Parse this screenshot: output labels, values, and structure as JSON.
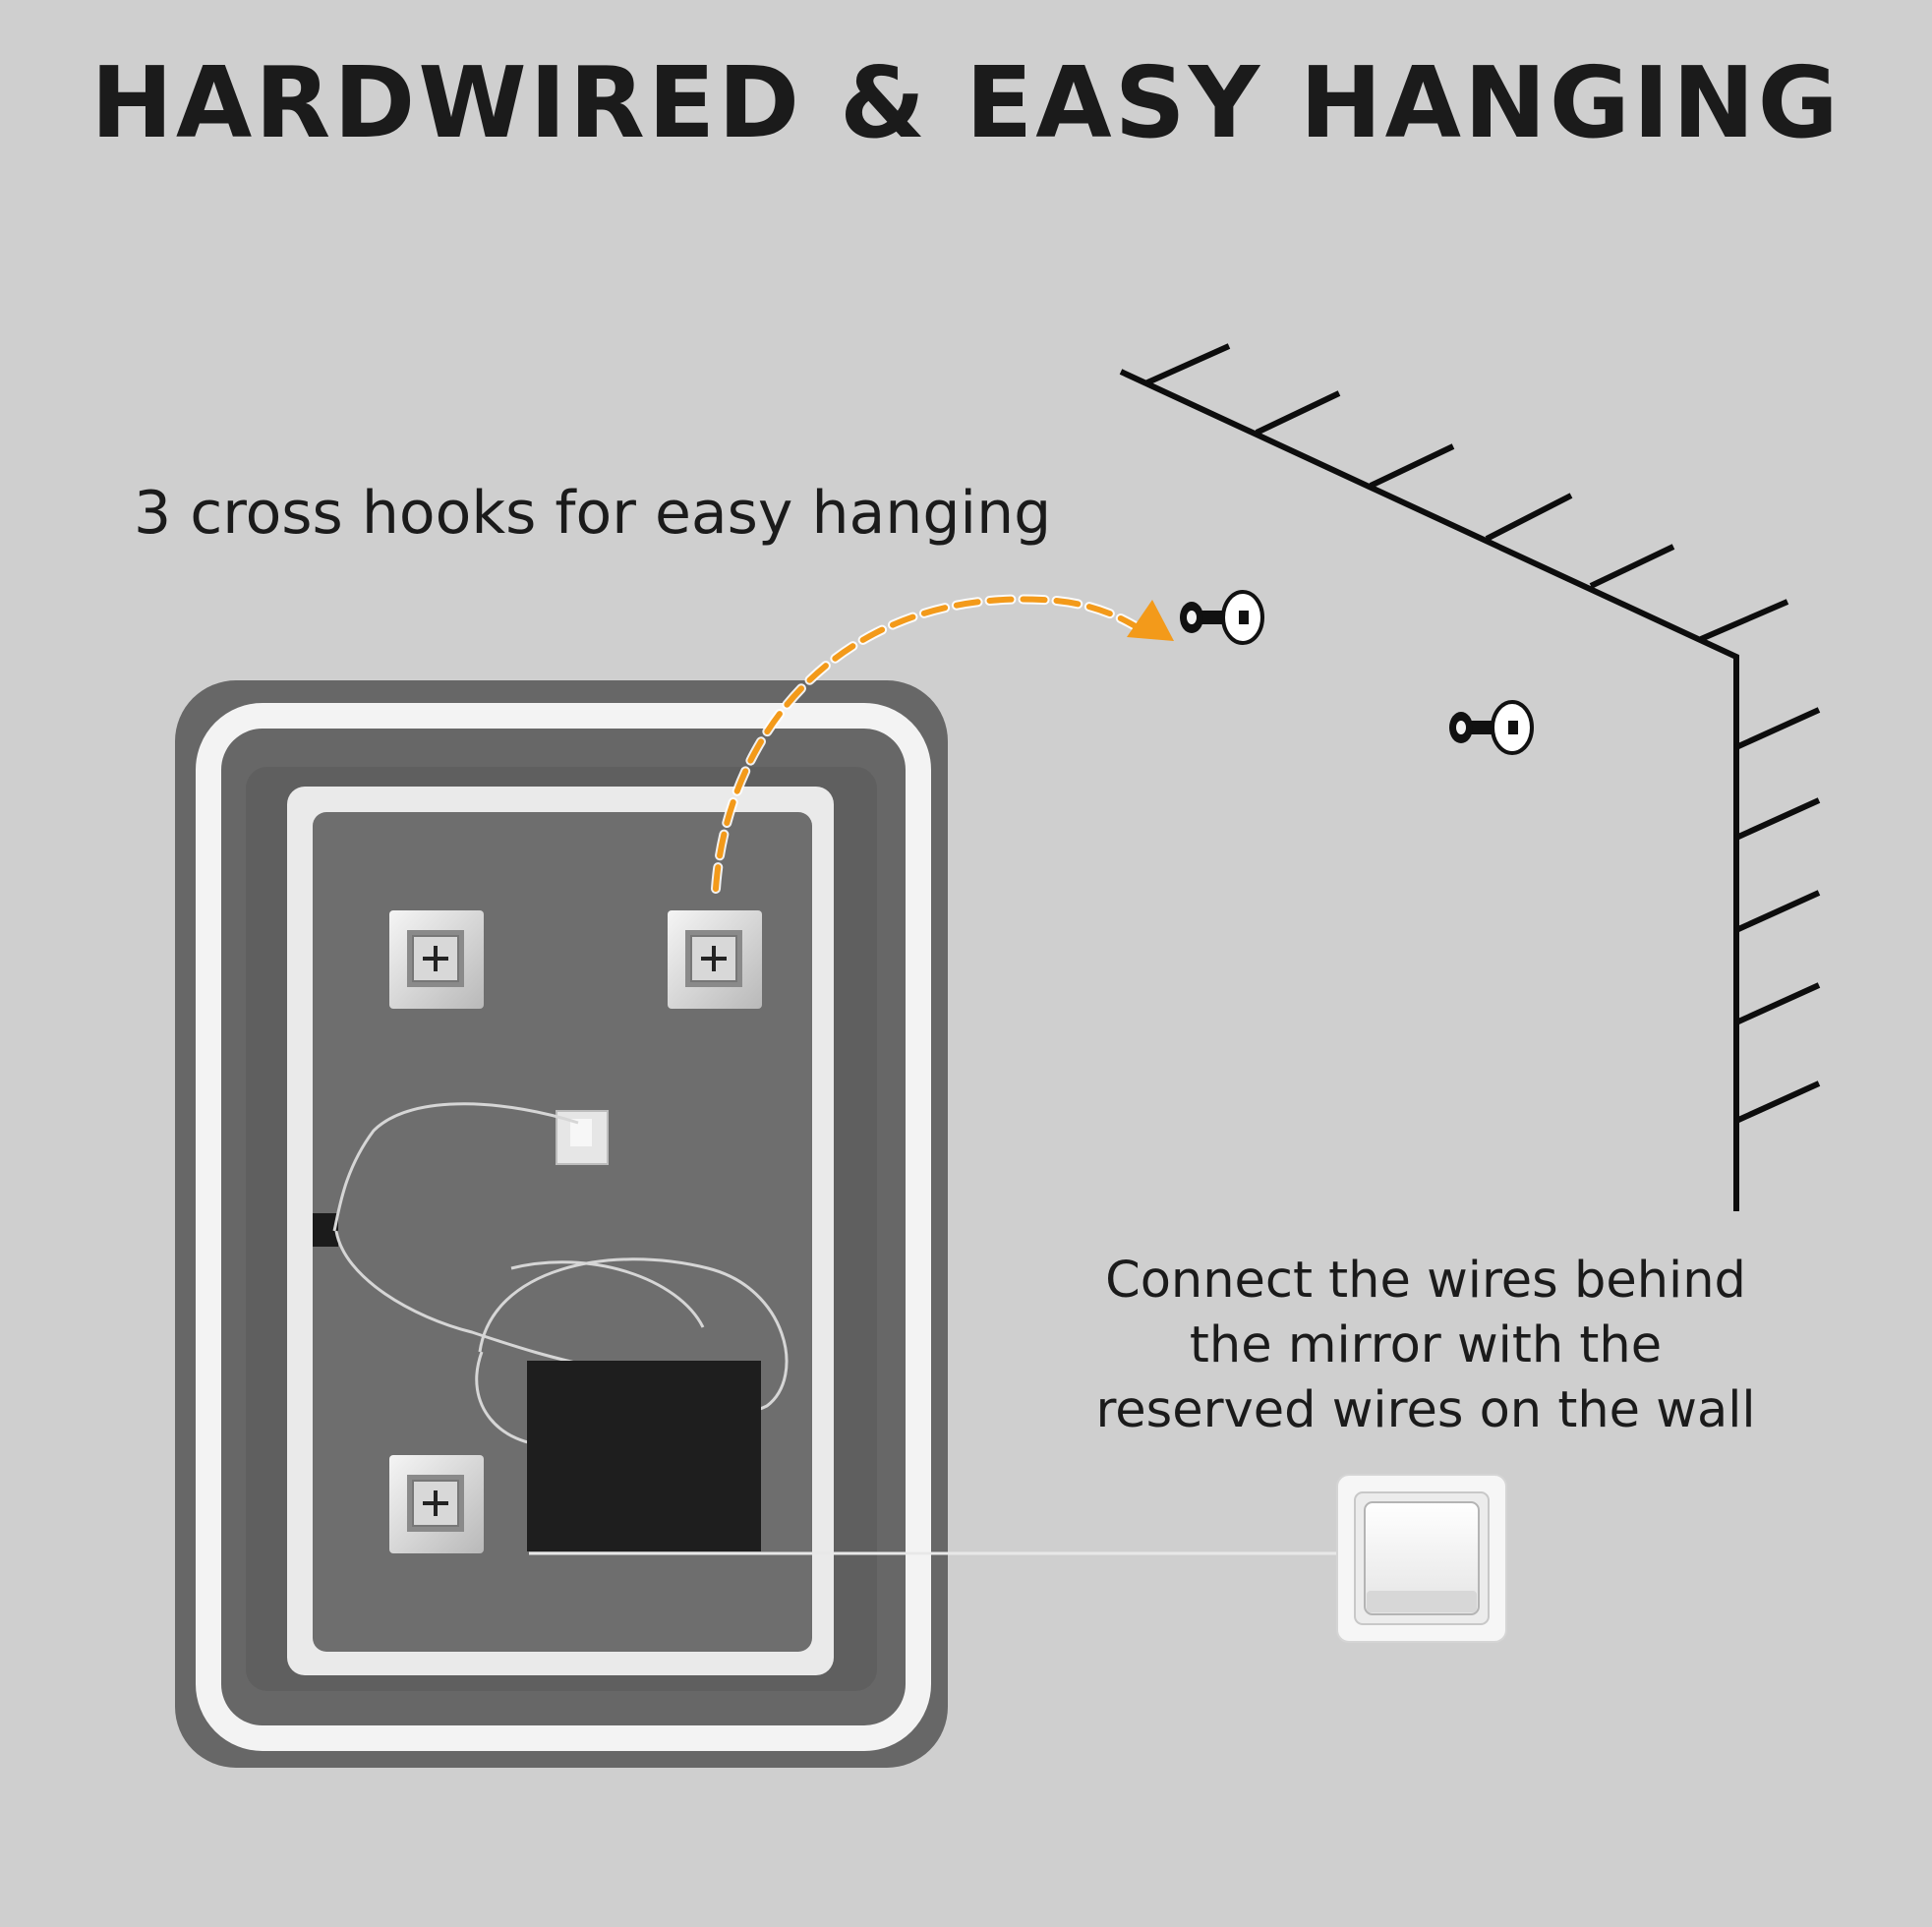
{
  "title": "HARDWIRED & EASY HANGING",
  "callouts": {
    "hooks": "3 cross hooks for easy hanging",
    "wires": [
      "Connect the wires behind",
      "the mirror with the",
      "reserved wires on the wall"
    ]
  },
  "colors": {
    "background": "#cfcfcf",
    "text": "#1b1b1b",
    "arrow": "#f39a1a",
    "mirror_frame": "#666666",
    "mirror_back": "#6e6e6e",
    "led_glow": "#f2f2f2",
    "driver_box": "#1e1e1e",
    "switch": "#f4f4f4"
  },
  "icons": {
    "hooks": "cross-hook-icon",
    "wall_screws": "screw-anchor-icon",
    "switch": "light-switch-icon",
    "wall": "hatched-wall-icon",
    "arrow": "dashed-arc-arrow-icon"
  },
  "diagram": {
    "hook_count": 3,
    "wall_screw_count": 2
  }
}
